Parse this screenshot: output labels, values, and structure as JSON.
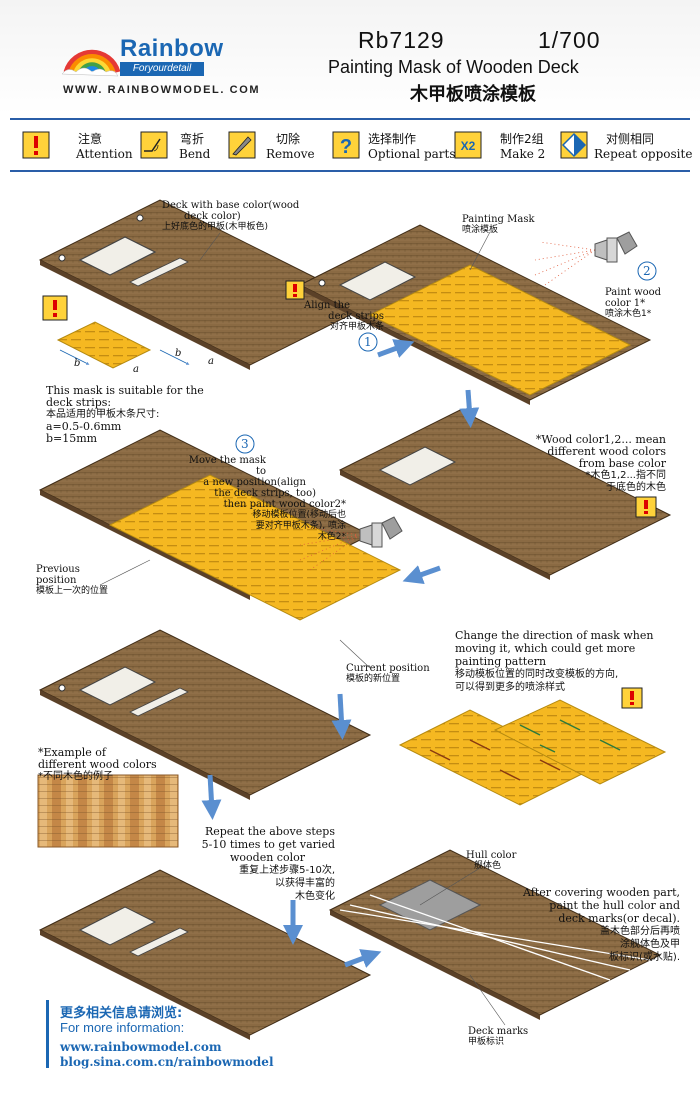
{
  "header": {
    "brand": "Rainbow",
    "tagline": "Foryourdetail",
    "website": "WWW. RAINBOWMODEL. COM",
    "product_code": "Rb7129",
    "scale": "1/700",
    "title_en": "Painting Mask of Wooden Deck",
    "title_zh": "木甲板喷涂模板"
  },
  "legend": [
    {
      "zh": "注意",
      "en": "Attention",
      "icon": "attention-icon"
    },
    {
      "zh": "弯折",
      "en": "Bend",
      "icon": "bend-icon"
    },
    {
      "zh": "切除",
      "en": "Remove",
      "icon": "knife-icon"
    },
    {
      "zh": "选择制作",
      "en": "Optional parts",
      "icon": "question-icon"
    },
    {
      "zh": "制作2组",
      "en": "Make 2",
      "icon": "x2-icon",
      "badge": "X2"
    },
    {
      "zh": "对侧相同",
      "en": "Repeat opposite",
      "icon": "repeat-opposite-icon"
    }
  ],
  "labels": {
    "base_deck_en1": "Deck with base color(wood",
    "base_deck_en2": "deck color)",
    "base_deck_zh": "上好底色的甲板(木甲板色)",
    "painting_mask_en": "Painting Mask",
    "painting_mask_zh": "喷涂模板",
    "align_en1": "Align the",
    "align_en2": "deck strips",
    "align_zh": "对齐甲板木条",
    "step1": "1",
    "step2": "2",
    "step3": "3",
    "paint_wood_en1": "Paint wood",
    "paint_wood_en2": "color 1*",
    "paint_wood_zh": "喷涂木色1*",
    "dim_a": "a",
    "dim_b": "b",
    "suitable_en1": "This mask is suitable for the",
    "suitable_en2": "deck strips:",
    "suitable_zh": "本品适用的甲板木条尺寸:",
    "size_a": "a=0.5-0.6mm",
    "size_b": "b=15mm",
    "wood_note_en1": "*Wood color1,2... mean",
    "wood_note_en2": "different wood colors",
    "wood_note_en3": "from base color",
    "wood_note_zh1": "*木色1,2...指不同",
    "wood_note_zh2": "于底色的木色",
    "move_en1": "Move the mask to",
    "move_en2": "a new position(align",
    "move_en3": "the deck strips, too)",
    "move_en4": "then paint wood color2*",
    "move_zh1": "移动模板位置(移动后也",
    "move_zh2": "要对齐甲板木条), 喷涂",
    "move_zh3": "木色2*",
    "prev_en1": "Previous",
    "prev_en2": "position",
    "prev_zh": "模板上一次的位置",
    "current_en": "Current position",
    "current_zh": "模板的新位置",
    "direction_en1": "Change the direction of mask when",
    "direction_en2": "moving it, which could get more",
    "direction_en3": "painting pattern",
    "direction_zh1": "移动模板位置的同时改变模板的方向,",
    "direction_zh2": "可以得到更多的喷涂样式",
    "example_en1": "*Example of",
    "example_en2": "different wood colors",
    "example_zh": "*不同木色的例子",
    "repeat_en1": "Repeat the above steps",
    "repeat_en2": "5-10 times to get varied",
    "repeat_en3": "wooden color",
    "repeat_zh1": "重复上述步骤5-10次,",
    "repeat_zh2": "以获得丰富的",
    "repeat_zh3": "木色变化",
    "hull_en": "Hull color",
    "hull_zh": "舰体色",
    "after_en1": "After covering wooden part,",
    "after_en2": "paint the hull color and",
    "after_en3": "deck marks(or decal).",
    "after_zh1": "盖木色部分后再喷",
    "after_zh2": "涂舰体色及甲",
    "after_zh3": "板标识(或水贴).",
    "deckmarks_en": "Deck marks",
    "deckmarks_zh": "甲板标识"
  },
  "footer": {
    "info_zh": "更多相关信息请浏览:",
    "info_en": "For more information:",
    "url1": "www.rainbowmodel.com",
    "url2": "blog.sina.com.cn/rainbowmodel"
  },
  "colors": {
    "brand_blue": "#1b67b3",
    "deck_wood": "#8a6a43",
    "mask_yellow": "#f5b821",
    "arrow_blue": "#5a8fd0"
  }
}
